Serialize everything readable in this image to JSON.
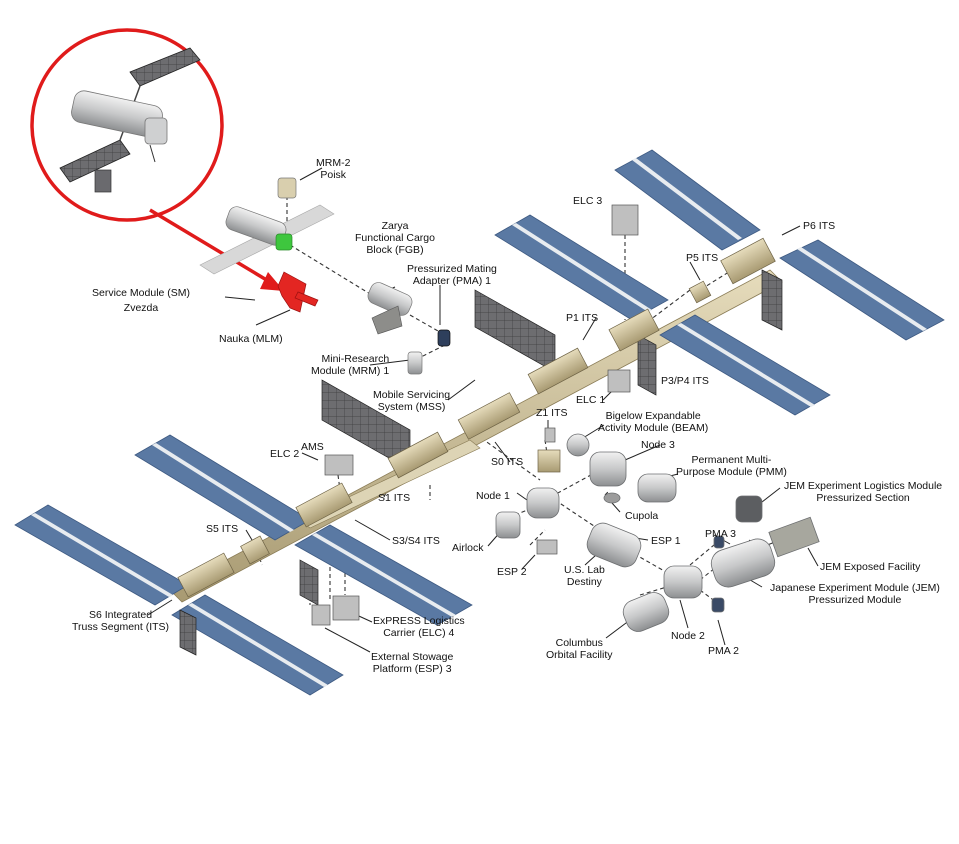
{
  "colors": {
    "solar_panel": "#5a79a3",
    "solar_panel_edge": "#3e5a82",
    "solar_center_strip": "#e8ecf0",
    "truss": "#cdbf96",
    "module": "#c8c9c9",
    "callout_ring": "#e01b1b",
    "nauka": "#e32622",
    "highlight_green": "#3ec63e",
    "connector": "#333333"
  },
  "icons": {
    "nauka_inset": "iss-russian-segment-icon",
    "nauka_model": "nauka-module-icon",
    "arrow": "red-arrow-icon"
  },
  "labels": {
    "mrm2": [
      "MRM-2",
      "Poisk"
    ],
    "zarya": [
      "Zarya",
      "Functional Cargo",
      "Block (FGB)"
    ],
    "pma1": [
      "Pressurized Mating",
      "Adapter (PMA) 1"
    ],
    "service_module": [
      "Service Module (SM)",
      "Zvezda"
    ],
    "nauka": "Nauka (MLM)",
    "mrm1": [
      "Mini-Research",
      "Module (MRM) 1"
    ],
    "mss": [
      "Mobile Servicing",
      "System (MSS)"
    ],
    "elc3": "ELC 3",
    "p6": "P6 ITS",
    "p5": "P5 ITS",
    "p1": "P1 ITS",
    "p3p4": "P3/P4 ITS",
    "elc1": "ELC 1",
    "z1": "Z1 ITS",
    "beam": [
      "Bigelow Expandable",
      "Activity Module (BEAM)"
    ],
    "node3": "Node 3",
    "pmm": [
      "Permanent Multi-",
      "Purpose Module (PMM)"
    ],
    "s0": "S0 ITS",
    "ams": "AMS",
    "elc2": "ELC 2",
    "s1": "S1 ITS",
    "node1": "Node 1",
    "cupola": "Cupola",
    "jem_els": [
      "JEM Experiment Logistics Module",
      "Pressurized Section"
    ],
    "s5": "S5 ITS",
    "s3s4": "S3/S4 ITS",
    "airlock": "Airlock",
    "esp1": "ESP 1",
    "pma3": "PMA 3",
    "jem_ef": "JEM Exposed Facility",
    "esp2": "ESP 2",
    "us_lab": [
      "U.S. Lab",
      "Destiny"
    ],
    "jem_pm": [
      "Japanese Experiment Module (JEM)",
      "Pressurized Module"
    ],
    "s6": [
      "S6 Integrated",
      "Truss Segment (ITS)"
    ],
    "elc4": [
      "ExPRESS Logistics",
      "Carrier (ELC) 4"
    ],
    "esp3": [
      "External Stowage",
      "Platform (ESP) 3"
    ],
    "node2": "Node 2",
    "pma2": "PMA 2",
    "columbus": [
      "Columbus",
      "Orbital Facility"
    ]
  }
}
